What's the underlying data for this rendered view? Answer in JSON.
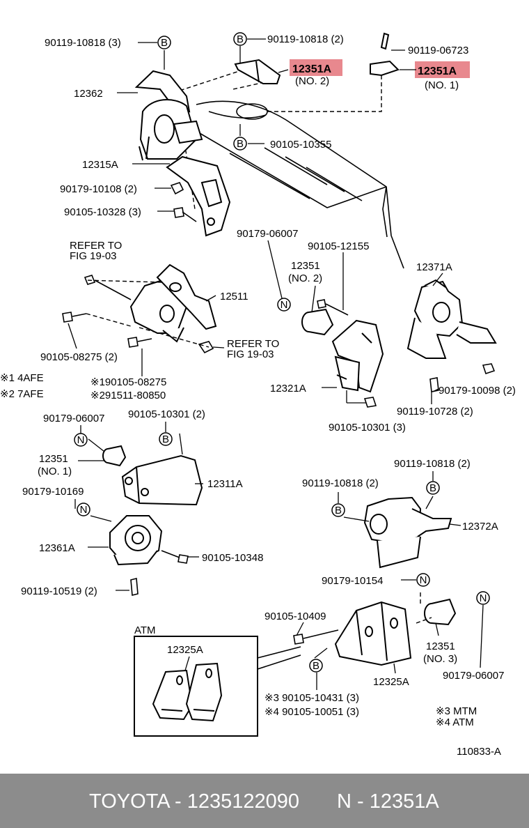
{
  "labels": {
    "p_90119_10818_tl": "90119-10818 (3)",
    "p_90119_10818_top": "90119-10818 (2)",
    "p_90119_06723": "90119-06723",
    "p_12351a_no2": "12351A",
    "p_no2_a": "(NO. 2)",
    "p_12351a_no1": "12351A",
    "p_no1_a": "(NO. 1)",
    "p_12362": "12362",
    "p_90105_10355": "90105-10355",
    "p_12315a": "12315A",
    "p_90179_10108": "90179-10108 (2)",
    "p_90105_10328": "90105-10328 (3)",
    "p_90179_06007_mid": "90179-06007",
    "p_90105_12155": "90105-12155",
    "p_refer1_a": "REFER TO",
    "p_refer1_b": "FIG 19-03",
    "p_12351_no2": "12351",
    "p_no2_b": "(NO. 2)",
    "p_12371a": "12371A",
    "p_12511": "12511",
    "p_refer2_a": "REFER TO",
    "p_refer2_b": "FIG 19-03",
    "p_90105_08275": "90105-08275 (2)",
    "p_12321a": "12321A",
    "p_90179_10098": "90179-10098 (2)",
    "p_note1": "※1 4AFE",
    "p_note2": "※2 7AFE",
    "p_190105_08275": "※190105-08275",
    "p_291511_80850": "※291511-80850",
    "p_90119_10728": "90119-10728 (2)",
    "p_90105_10301_c": "90105-10301 (3)",
    "p_90179_06007_l": "90179-06007",
    "p_90105_10301_2": "90105-10301 (2)",
    "p_12351_no1": "12351",
    "p_no1_b": "(NO. 1)",
    "p_12311a": "12311A",
    "p_90119_10818_r": "90119-10818 (2)",
    "p_90179_10169": "90179-10169",
    "p_90119_10818_m": "90119-10818 (2)",
    "p_12372a": "12372A",
    "p_12361a": "12361A",
    "p_90105_10348": "90105-10348",
    "p_90119_10519": "90119-10519 (2)",
    "p_90179_10154": "90179-10154",
    "p_90105_10409": "90105-10409",
    "p_atm_box": "ATM",
    "p_12325a_box": "12325A",
    "p_12351_no3": "12351",
    "p_no3": "(NO. 3)",
    "p_12325a": "12325A",
    "p_90179_06007_r": "90179-06007",
    "p_90105_10431": "※3 90105-10431 (3)",
    "p_90105_10051": "※4 90105-10051 (3)",
    "p_mtm": "※3 MTM",
    "p_atm": "※4 ATM",
    "p_fig_code": "110833-A"
  },
  "markers": {
    "b": "B",
    "n": "N"
  },
  "highlight_color": "#e8888e",
  "footer": {
    "brand_part": "TOYOTA - 1235122090",
    "ref": "N - 12351A"
  }
}
